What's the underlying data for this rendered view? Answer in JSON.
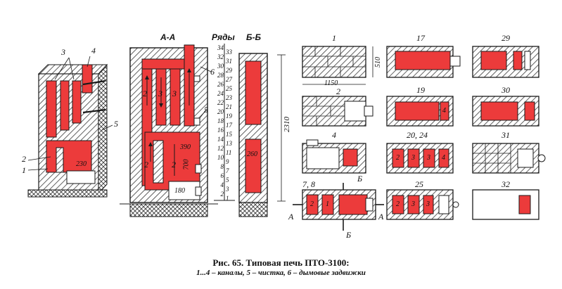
{
  "colors": {
    "brick": "#ec3b3b",
    "line": "#1a1a1a",
    "hatch": "#3a3a3a",
    "paper": "#ffffff"
  },
  "caption": {
    "title": "Рис. 65. Типовая печь ПТО-3100:",
    "legend": "1...4 – каналы, 5 – чистка, 6 – дымовые задвижки"
  },
  "sections": {
    "aa": "А-А",
    "bb": "Б-Б",
    "rows_header": "Ряды"
  },
  "rows": {
    "left": [
      "34",
      "32",
      "30",
      "28",
      "26",
      "24",
      "22",
      "20",
      "18",
      "16",
      "14",
      "12",
      "10",
      "8",
      "6",
      "4",
      "2"
    ],
    "right": [
      "33",
      "31",
      "29",
      "27",
      "25",
      "23",
      "21",
      "19",
      "17",
      "15",
      "13",
      "11",
      "9",
      "7",
      "5",
      "3",
      "1"
    ]
  },
  "dims": {
    "height": "2310",
    "width": "1150",
    "depth": "510",
    "d390": "390",
    "d700": "700",
    "d180": "180",
    "d260": "260",
    "d230": "230"
  },
  "iso_labels": {
    "l1": "1",
    "l2": "2",
    "l3": "3",
    "l4": "4",
    "l5": "5"
  },
  "aa_labels": {
    "c2a": "2",
    "c3a": "3",
    "c3b": "3",
    "c2b": "2",
    "c2c": "2",
    "c5": "5",
    "c6": "6"
  },
  "cut_labels": {
    "a1": "А",
    "a2": "А",
    "b1": "Б",
    "b2": "Б"
  },
  "plans": [
    {
      "label": "1"
    },
    {
      "label": "17"
    },
    {
      "label": "29"
    },
    {
      "label": "2"
    },
    {
      "label": "19"
    },
    {
      "label": "30"
    },
    {
      "label": "4"
    },
    {
      "label": "20, 24"
    },
    {
      "label": "31"
    },
    {
      "label": "7, 8"
    },
    {
      "label": "25"
    },
    {
      "label": "32"
    }
  ],
  "plan_channels": {
    "p19": [
      "4"
    ],
    "p20": [
      "2",
      "3",
      "3",
      "4"
    ],
    "p78": [
      "2",
      "1"
    ],
    "p25": [
      "2",
      "3",
      "3"
    ]
  }
}
